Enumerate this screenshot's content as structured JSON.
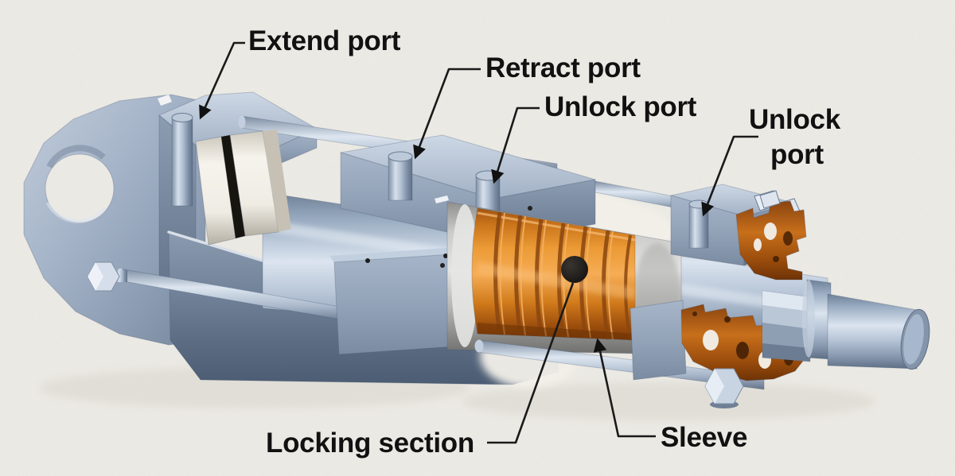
{
  "palette": {
    "background": "#edebe5",
    "body_blue": "#a7b6ca",
    "steel_highlight": "#dbe4ef",
    "accent_orange": "#e0862a",
    "sleeve_gray": "#bcbcba",
    "label_color": "#111111",
    "leader_color": "#1a1a1a"
  },
  "labels": {
    "extend_port": {
      "text": "Extend port"
    },
    "retract_port": {
      "text": "Retract port"
    },
    "unlock_port_middle": {
      "text": "Unlock port"
    },
    "unlock_port_right": {
      "lines": [
        "Unlock",
        "port"
      ]
    },
    "locking_section": {
      "text": "Locking section"
    },
    "sleeve": {
      "text": "Sleeve"
    }
  }
}
